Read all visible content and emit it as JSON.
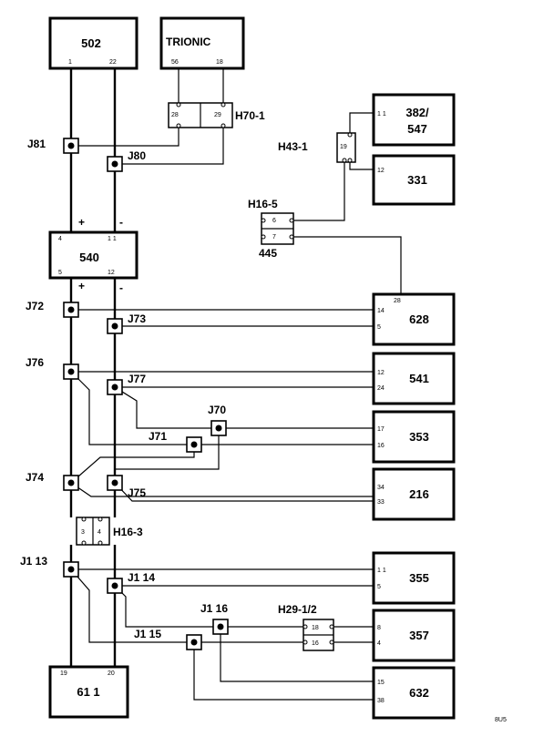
{
  "components": {
    "c502": "502",
    "trionic": "TRIONIC",
    "c540": "540",
    "c382": "382/",
    "c547": "547",
    "c331": "331",
    "c628": "628",
    "c541": "541",
    "c353": "353",
    "c216": "216",
    "c355": "355",
    "c357": "357",
    "c632": "632",
    "c611": "61 1",
    "c445": "445"
  },
  "connectors": {
    "h70": "H70-1",
    "h43": "H43-1",
    "h16_5": "H16-5",
    "h16_3": "H16-3",
    "h29": "H29-1/2"
  },
  "junctions": {
    "j81": "J81",
    "j80": "J80",
    "j72": "J72",
    "j73": "J73",
    "j76": "J76",
    "j77": "J77",
    "j70": "J70",
    "j71": "J71",
    "j74": "J74",
    "j75": "J75",
    "j1_13": "J1  13",
    "j1_14": "J1  14",
    "j1_16": "J1  16",
    "j1_15": "J1  15"
  },
  "polarity": {
    "plus": "+",
    "minus": "-"
  },
  "pins": {
    "p502_1": "1",
    "p502_22": "22",
    "ptri_56": "56",
    "ptri_18": "18",
    "ph70_28": "28",
    "ph70_29": "29",
    "p540_4": "4",
    "p540_11": "1 1",
    "p540_5": "5",
    "p540_12": "12",
    "ph43_19": "19",
    "p382_11": "1 1",
    "p331_12": "12",
    "ph165_6": "6",
    "ph165_7": "7",
    "p628_28": "28",
    "p628_14": "14",
    "p628_5": "5",
    "p541_12": "12",
    "p541_24": "24",
    "p353_17": "17",
    "p353_16": "16",
    "p216_34": "34",
    "p216_33": "33",
    "ph163_3": "3",
    "ph163_4": "4",
    "p355_11": "1 1",
    "p355_5": "5",
    "ph29_18": "18",
    "ph29_16": "16",
    "p357_8": "8",
    "p357_4": "4",
    "p632_15": "15",
    "p632_38": "38",
    "p611_19": "19",
    "p611_20": "20"
  },
  "figure_code": "8U5"
}
